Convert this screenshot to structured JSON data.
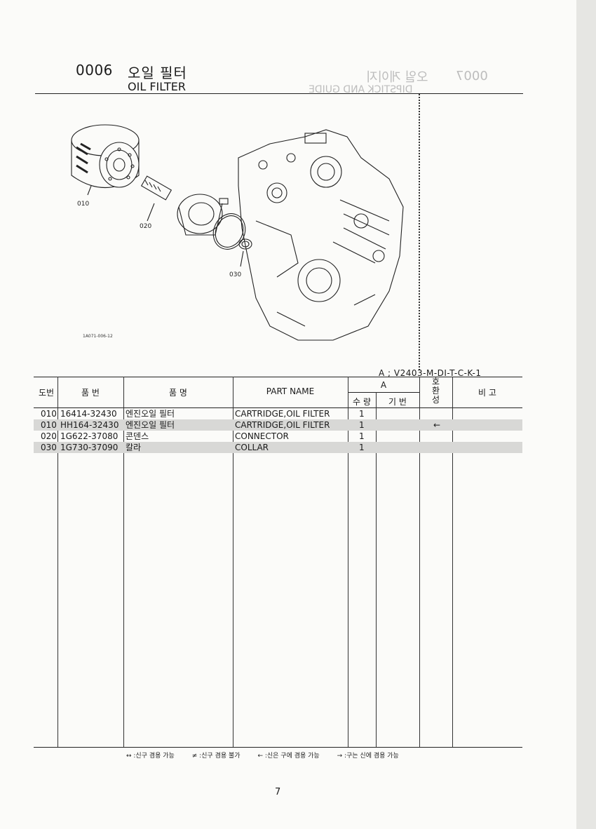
{
  "section": {
    "code": "0006",
    "title_ko": "오일 필터",
    "title_en": "OIL FILTER"
  },
  "bleed_through": {
    "code": "0007",
    "title_ko": "오일 게이지",
    "title_en": "DIPSTICK AND GUIDE"
  },
  "diagram": {
    "callouts": [
      "010",
      "020",
      "030"
    ],
    "figure_code": "1A071-006-12"
  },
  "model_note": "A ; V2403-M-DI-T-C-K-1",
  "table": {
    "headers": {
      "no": "도번",
      "part_no": "품 번",
      "name_ko": "품 명",
      "name_en": "PART NAME",
      "group_a": "A",
      "qty": "수 량",
      "base": "기 번",
      "interchange": "호\n환\n성",
      "remarks": "비 고"
    },
    "rows": [
      {
        "no": "010",
        "part_no": "16414-32430",
        "name_ko": "엔진오일 필터",
        "name_en": "CARTRIDGE,OIL FILTER",
        "qty": "1",
        "interchange": "",
        "shaded": false
      },
      {
        "no": "010",
        "part_no": "HH164-32430",
        "name_ko": "엔진오일 필터",
        "name_en": "CARTRIDGE,OIL FILTER",
        "qty": "1",
        "interchange": "←",
        "shaded": true
      },
      {
        "no": "020",
        "part_no": "1G622-37080",
        "name_ko": "콘덴스",
        "name_en": "CONNECTOR",
        "qty": "1",
        "interchange": "",
        "shaded": false
      },
      {
        "no": "030",
        "part_no": "1G730-37090",
        "name_ko": "칼라",
        "name_en": "COLLAR",
        "qty": "1",
        "interchange": "",
        "shaded": true
      }
    ]
  },
  "legend": [
    "↔ :신구 겸용 가능",
    "≠ :신구 겸용 불가",
    "← :신은 구에 겸용 가능",
    "→ :구는 신에 겸용 가능"
  ],
  "page_number": "7",
  "colors": {
    "ink": "#1a1a1a",
    "shade": "#d8d8d6",
    "paper": "#fbfbf9"
  }
}
